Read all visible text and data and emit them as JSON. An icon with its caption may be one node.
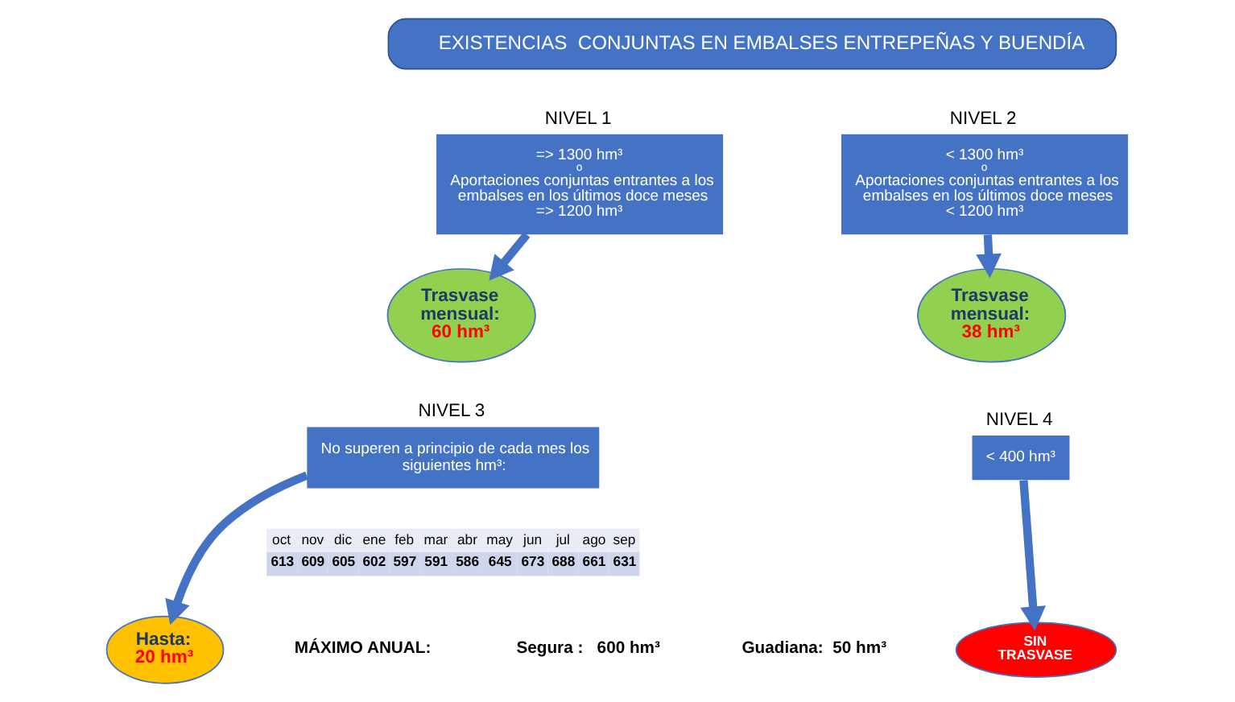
{
  "diagram": {
    "nodes": [
      {
        "text": [
          "EXISTENCIAS  CONJUNTAS EN EMBALSES ENTREPEÑAS Y BUENDÍA"
        ]
      },
      {
        "text": [
          "NIVEL 1",
          "=> 1300 hm³",
          "o",
          "Aportaciones conjuntas entrantes a los embalses en los últimos doce meses",
          "=> 1200 hm³"
        ]
      },
      {
        "text": [
          "Trasvase mensual:",
          "60 hm³"
        ]
      },
      {
        "text": [
          "NIVEL 2",
          "< 1300 hm³",
          "o",
          "Aportaciones conjuntas entrantes a los embalses en los últimos doce meses",
          "< 1200 hm³"
        ]
      },
      {
        "text": [
          "Trasvase mensual:",
          "38 hm³"
        ]
      },
      {
        "text": [
          "NIVEL 3",
          "No superen a principio de cada mes los siguientes hm³:"
        ]
      },
      {
        "text": [
          "Hasta:",
          "20 hm³"
        ]
      },
      {
        "text": [
          "NIVEL 4",
          "< 400 hm³"
        ]
      },
      {
        "text": [
          "SIN TRASVASE"
        ]
      }
    ],
    "edges": [
      {
        "from": 1,
        "to": 2,
        "arrow": "to"
      },
      {
        "from": 3,
        "to": 4,
        "arrow": "to"
      },
      {
        "from": 5,
        "to": 6,
        "arrow": "to"
      },
      {
        "from": 7,
        "to": 8,
        "arrow": "to"
      }
    ],
    "labels": [
      "oct",
      "nov",
      "dic",
      "ene",
      "feb",
      "mar",
      "abr",
      "may",
      "jun",
      "jul",
      "ago",
      "sep",
      "613",
      "609",
      "605",
      "602",
      "597",
      "591",
      "586",
      "645",
      "673",
      "688",
      "661",
      "631",
      "MÁXIMO ANUAL:",
      "Segura :   600 hm³",
      "Guadiana:  50 hm³"
    ]
  }
}
